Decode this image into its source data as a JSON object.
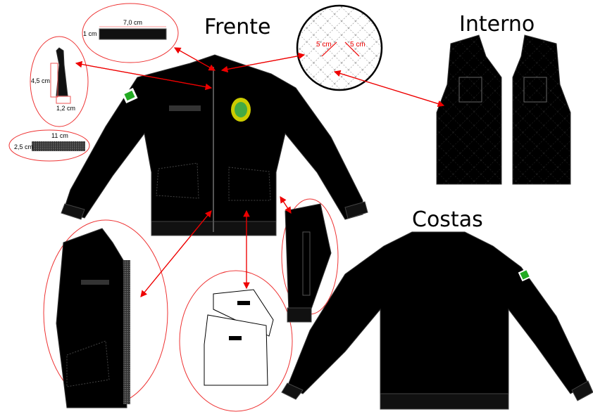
{
  "titles": {
    "front": "Frente",
    "interior": "Interno",
    "back": "Costas"
  },
  "dimensions": {
    "name_tag_width": "7,0 cm",
    "name_tag_height": "1 cm",
    "zipper_pull_height": "4,5 cm",
    "zipper_pull_width": "1,2 cm",
    "velcro_width": "11 cm",
    "velcro_height": "2,5 cm",
    "quilt_spacing_left": "5 cm",
    "quilt_spacing_right": "5 cm"
  },
  "colors": {
    "garment": "#000000",
    "callout": "#e00000"
  }
}
